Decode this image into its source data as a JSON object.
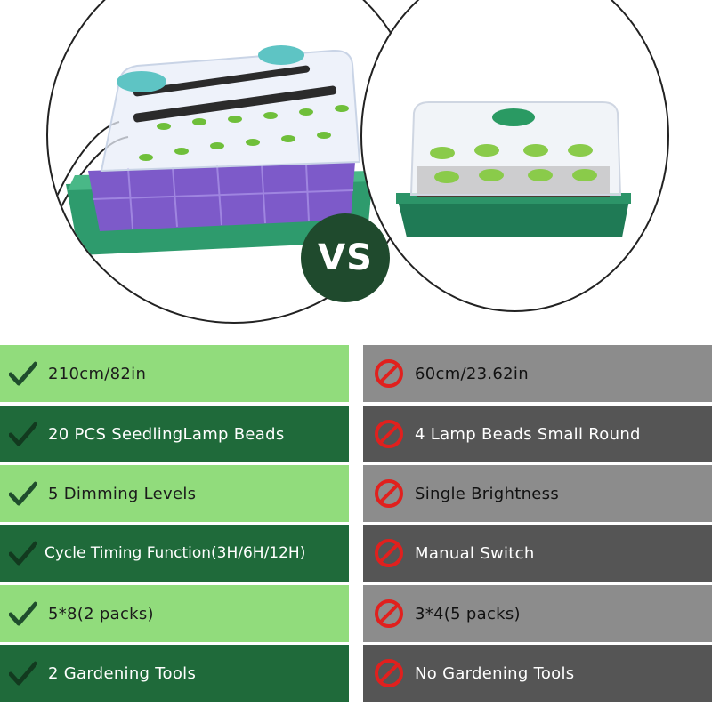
{
  "vs_label": "VS",
  "colors": {
    "light_green": "#91dc7c",
    "dark_green": "#1f6a3a",
    "light_gray": "#8c8c8c",
    "dark_gray": "#555555",
    "ban_red": "#e0201e",
    "badge": "#1f4a2d"
  },
  "icons": {
    "pro": "check-icon",
    "con": "ban-icon"
  },
  "left_features": [
    "210cm/82in",
    "20 PCS SeedlingLamp Beads",
    "5 Dimming Levels",
    "Cycle Timing Function(3H/6H/12H)",
    "5*8(2 packs)",
    "2 Gardening Tools"
  ],
  "right_features": [
    "60cm/23.62in",
    "4 Lamp Beads Small Round",
    "Single Brightness",
    "Manual Switch",
    "3*4(5 packs)",
    "No Gardening Tools"
  ]
}
